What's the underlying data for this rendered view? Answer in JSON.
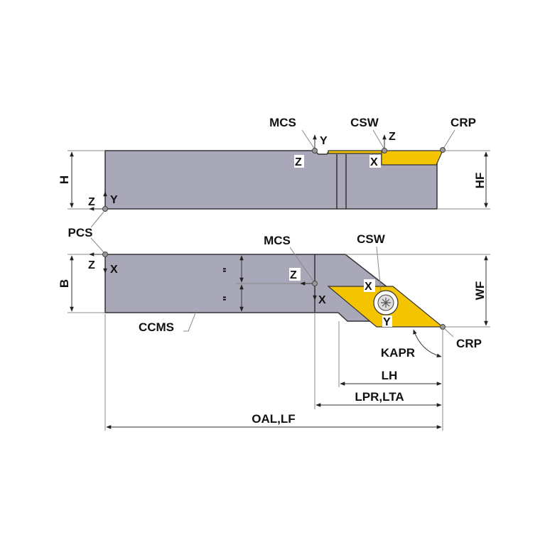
{
  "colors": {
    "body": "#a9a8b9",
    "insert": "#f4c400"
  },
  "top_view": {
    "mcs": "MCS",
    "csw": "CSW",
    "crp": "CRP",
    "mcs_axes": {
      "y": "Y",
      "z": "Z"
    },
    "csw_axes": {
      "z": "Z",
      "x": "X"
    },
    "pcs_axes": {
      "z": "Z",
      "y": "Y"
    },
    "dim_h": "H",
    "dim_hf": "HF"
  },
  "pcs": "PCS",
  "bottom_view": {
    "mcs": "MCS",
    "csw": "CSW",
    "crp": "CRP",
    "mcs_axes": {
      "z": "Z",
      "x": "X"
    },
    "csw_axes": {
      "x": "X",
      "y": "Y"
    },
    "pcs_axes": {
      "z": "Z",
      "x": "X"
    },
    "dim_b": "B",
    "dim_wf": "WF",
    "ccms": "CCMS",
    "kapr": "KAPR",
    "symmetric_mark": "\""
  },
  "dimensions": {
    "lh": "LH",
    "lpr_lta": "LPR,LTA",
    "oal_lf": "OAL,LF"
  }
}
